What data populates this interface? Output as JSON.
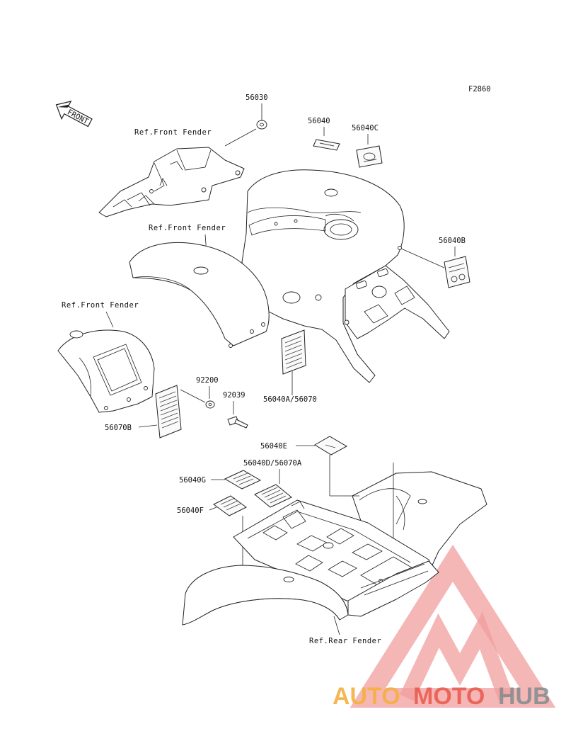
{
  "diagram": {
    "figure_code": "F2860",
    "front_arrow_text": "FRONT",
    "references": {
      "front_fender_1": "Ref.Front Fender",
      "front_fender_2": "Ref.Front Fender",
      "front_fender_3": "Ref.Front Fender",
      "rear_fender": "Ref.Rear Fender"
    },
    "parts": {
      "p56030": "56030",
      "p56040": "56040",
      "p56040C": "56040C",
      "p56040B": "56040B",
      "p56040A_56070": "56040A/56070",
      "p92200": "92200",
      "p92039": "92039",
      "p56070B": "56070B",
      "p56040E": "56040E",
      "p56040D_56070A": "56040D/56070A",
      "p56040G": "56040G",
      "p56040F": "56040F"
    }
  },
  "watermark": {
    "brand_part1": "AUTO",
    "brand_part2": "MOTO",
    "brand_part3": "HUB",
    "color_orange": "#f5b041",
    "color_red": "#e74c3c",
    "color_gray": "#7f8c8d"
  }
}
